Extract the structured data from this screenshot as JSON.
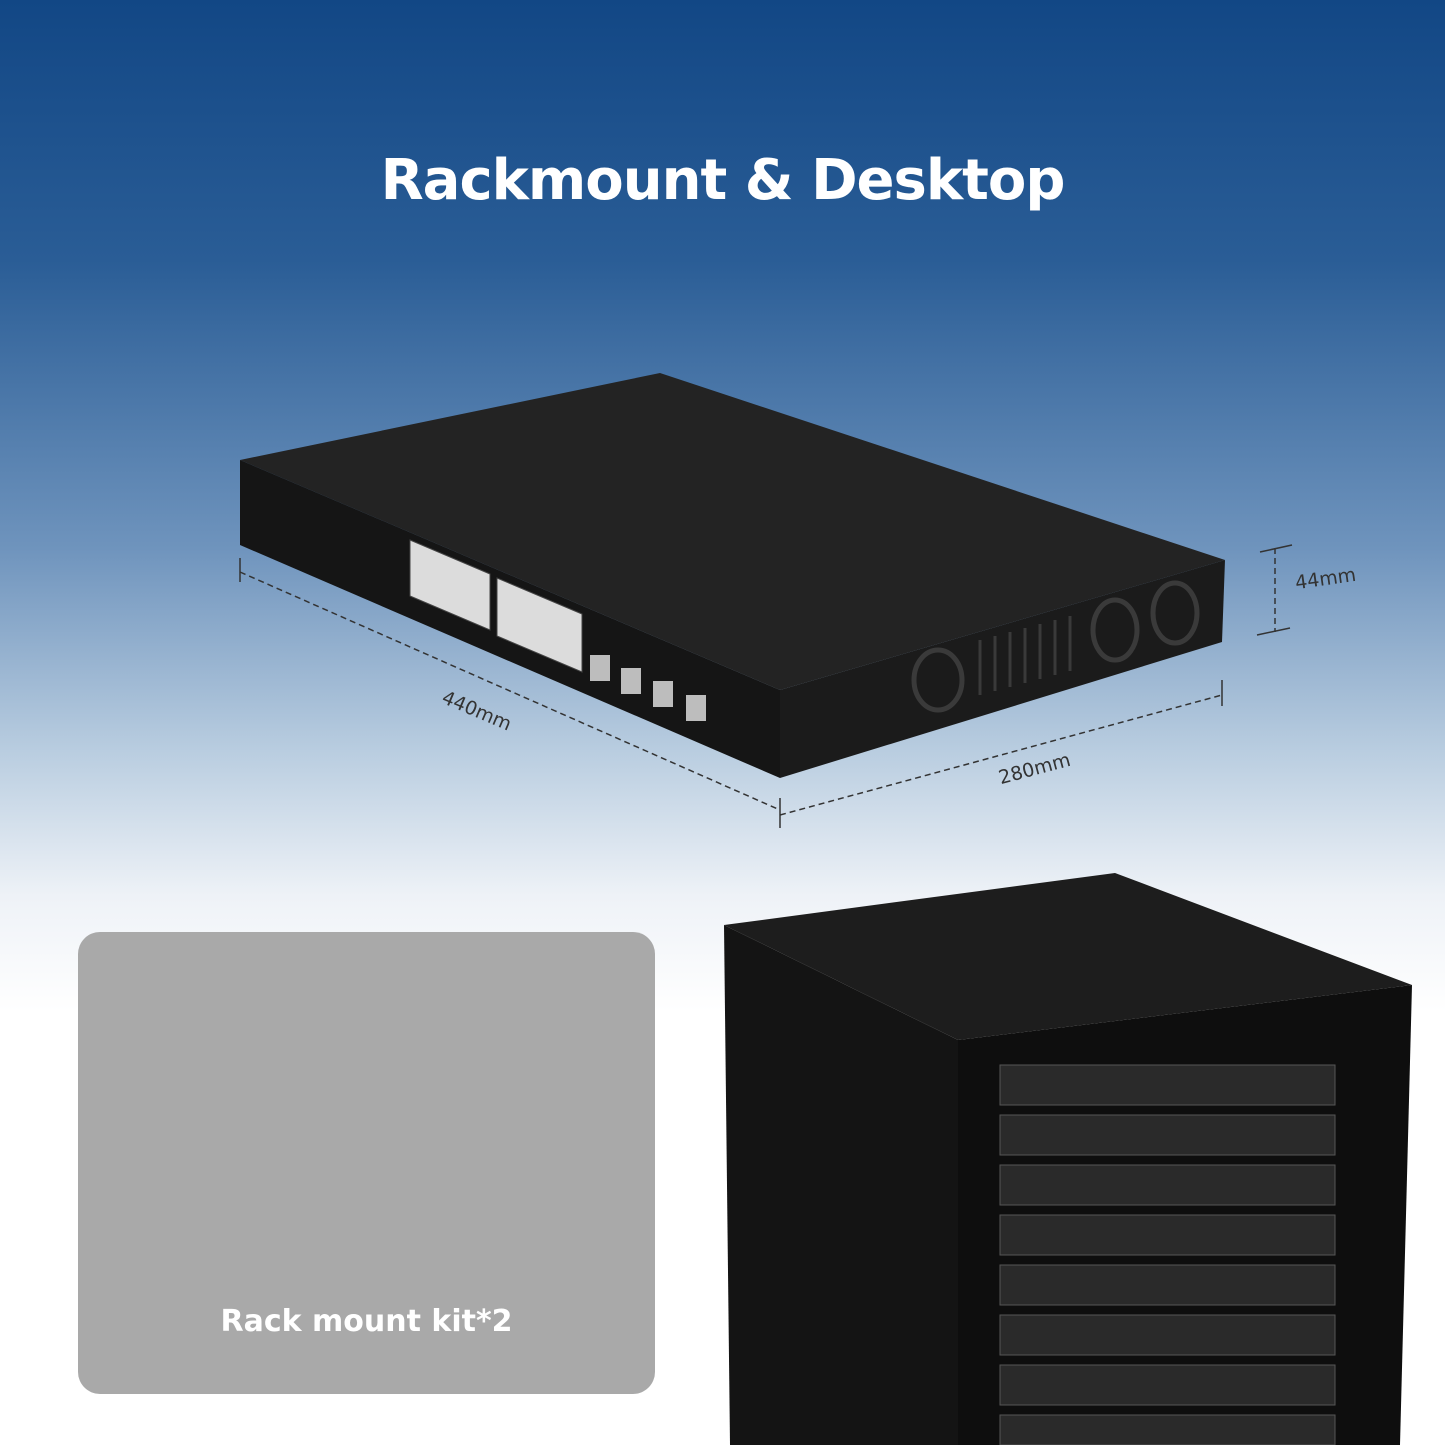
{
  "title": "Rackmount & Desktop",
  "dimensions": {
    "length": "440mm",
    "depth": "280mm",
    "height": "44mm"
  },
  "kit_label": "Rack mount kit*2",
  "colors": {
    "background_top": "#124785",
    "background_bottom": "#ffffff",
    "card": "#a9a9a9",
    "device": "#1c1c1c"
  }
}
